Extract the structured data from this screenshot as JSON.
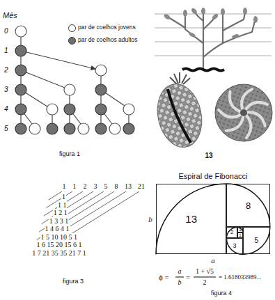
{
  "diagram": {
    "nodes": [
      {
        "text": [
          "13"
        ]
      },
      {
        "text": [
          "8"
        ]
      },
      {
        "text": [
          "2"
        ]
      },
      {
        "text": [
          "1"
        ]
      },
      {
        "text": [
          "1"
        ]
      },
      {
        "text": [
          "5"
        ]
      },
      {
        "text": [
          "3"
        ]
      }
    ],
    "labels": [
      "Mês",
      "0",
      "1",
      "2",
      "3",
      "4",
      "5",
      "figura 1",
      "13",
      "1",
      "1",
      "2",
      "3",
      "5",
      "8",
      "13",
      "21",
      "1",
      "1 1",
      "1 2 1",
      "1 3 3 1",
      "1 4 6 4 1",
      "1 5 10 10 5 1",
      "1 6 15 20 15 6 1",
      "1 7 21 35 35 21 7 1",
      "figura 3",
      "Espiral de Fibonacci",
      "a",
      "b",
      "ϕ =",
      "a",
      "b",
      "=",
      "1 + √5",
      "2",
      "= 1.618033989...",
      "figura 4"
    ],
    "legend": [
      {
        "text": "par de coelhos jovens",
        "color": "#ffffff"
      },
      {
        "text": "par de coelhos adultos",
        "color": "#707070"
      }
    ]
  }
}
